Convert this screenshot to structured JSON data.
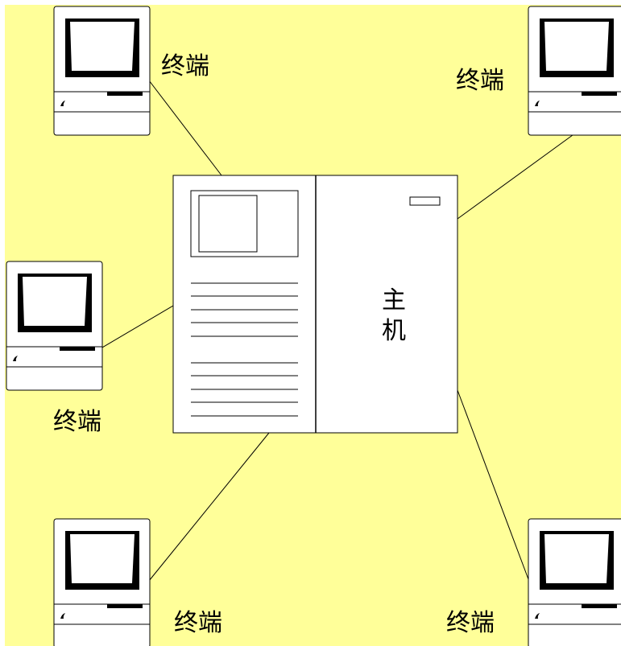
{
  "colors": {
    "background": "#ffff99",
    "stroke": "#000000",
    "fill": "#ffffff"
  },
  "host": {
    "label_line1": "主",
    "label_line2": "机"
  },
  "terminals": [
    {
      "id": "top-left",
      "label": "终端"
    },
    {
      "id": "top-right",
      "label": "终端"
    },
    {
      "id": "middle-left",
      "label": "终端"
    },
    {
      "id": "bottom-left",
      "label": "终端"
    },
    {
      "id": "bottom-right",
      "label": "终端"
    }
  ]
}
